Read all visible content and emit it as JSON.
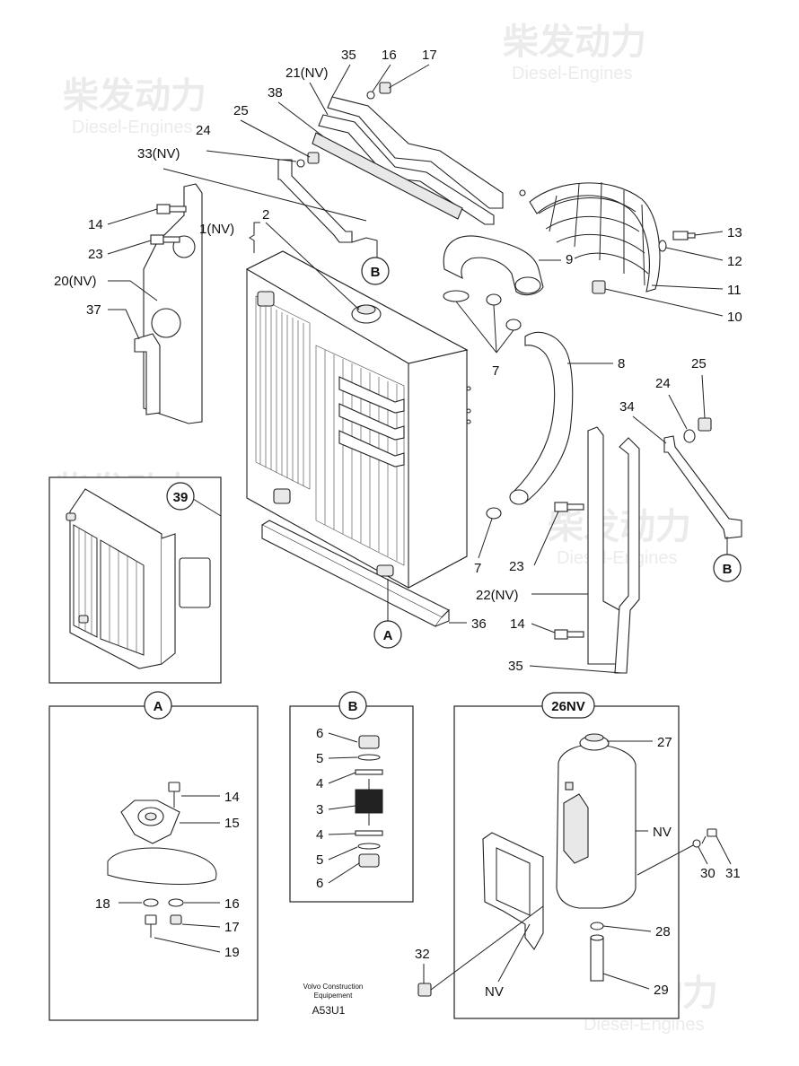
{
  "watermark": {
    "cn": "柴发动力",
    "en": "Diesel-Engines"
  },
  "main_labels": {
    "p35_top": "35",
    "p16_top": "16",
    "p17_top": "17",
    "p21": "21(NV)",
    "p38": "38",
    "p25_top": "25",
    "p24_top": "24",
    "p33": "33(NV)",
    "p14_left": "14",
    "p23_left": "23",
    "p1": "1(NV)",
    "p2": "2",
    "p20": "20(NV)",
    "p37": "37",
    "p9": "9",
    "p13": "13",
    "p12": "12",
    "p11": "11",
    "p10": "10",
    "p7_a": "7",
    "p8": "8",
    "p24_right": "24",
    "p25_right": "25",
    "p34": "34",
    "p23_right": "23",
    "p7_b": "7",
    "p22": "22(NV)",
    "p14_right": "14",
    "p36": "36",
    "p35_bottom": "35"
  },
  "callouts": {
    "B": "B",
    "A": "A",
    "c39": "39",
    "c26": "26NV"
  },
  "detail_a": {
    "title": "A",
    "labels": {
      "p14": "14",
      "p15": "15",
      "p18": "18",
      "p16": "16",
      "p17": "17",
      "p19": "19"
    }
  },
  "detail_b": {
    "title": "B",
    "labels": {
      "p6a": "6",
      "p5a": "5",
      "p4a": "4",
      "p3": "3",
      "p4b": "4",
      "p5b": "5",
      "p6b": "6"
    }
  },
  "detail_26": {
    "title": "26NV",
    "labels": {
      "p27": "27",
      "nv_tank": "NV",
      "p30": "30",
      "p31": "31",
      "p28": "28",
      "p32": "32",
      "nv_bracket": "NV",
      "p29": "29"
    }
  },
  "footer": {
    "maker_line1": "Volvo Construction",
    "maker_line2": "Equipement",
    "code": "A53U1"
  }
}
